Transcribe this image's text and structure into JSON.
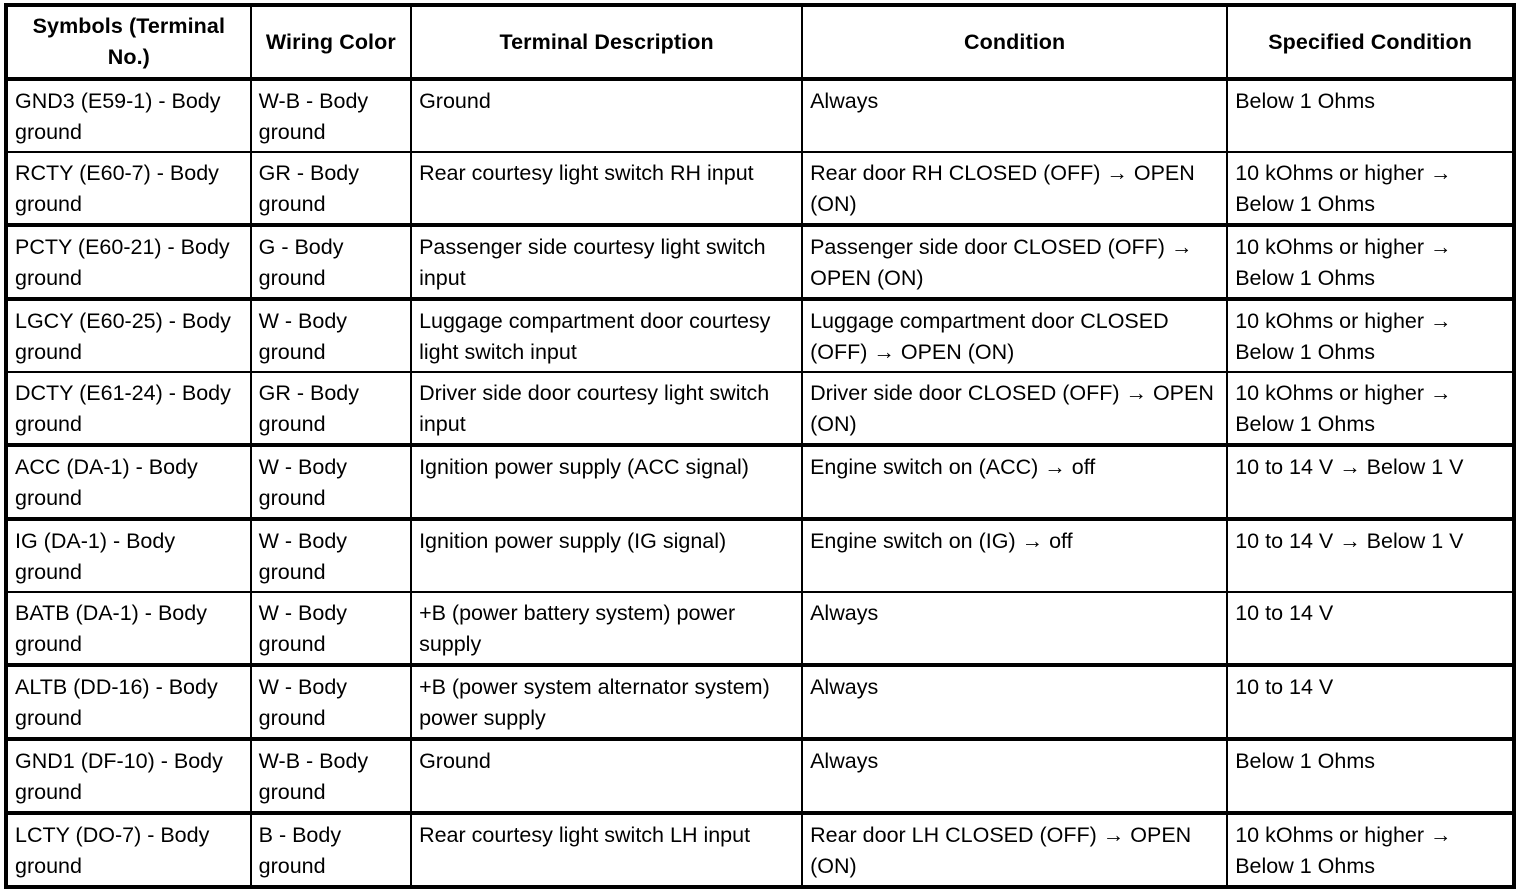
{
  "table": {
    "headers": [
      "Symbols (Terminal No.)",
      "Wiring Color",
      "Terminal Description",
      "Condition",
      "Specified Condition"
    ],
    "rows": [
      {
        "symbols": "GND3 (E59-1) - Body ground",
        "wiring_color": "W-B - Body ground",
        "terminal_description": "Ground",
        "condition": "Always",
        "specified_condition": "Below 1 Ohms"
      },
      {
        "symbols": "RCTY (E60-7) - Body ground",
        "wiring_color": "GR - Body ground",
        "terminal_description": "Rear courtesy light switch RH input",
        "condition": "Rear door RH CLOSED (OFF) → OPEN (ON)",
        "specified_condition": "10 kOhms or higher → Below 1 Ohms"
      },
      {
        "symbols": "PCTY (E60-21) - Body ground",
        "wiring_color": "G - Body ground",
        "terminal_description": "Passenger side courtesy light switch input",
        "condition": "Passenger side door CLOSED (OFF) → OPEN (ON)",
        "specified_condition": "10 kOhms or higher → Below 1 Ohms"
      },
      {
        "symbols": "LGCY (E60-25) - Body ground",
        "wiring_color": "W - Body ground",
        "terminal_description": "Luggage compartment door courtesy light switch input",
        "condition": "Luggage compartment door CLOSED (OFF) → OPEN (ON)",
        "specified_condition": "10 kOhms or higher → Below 1 Ohms"
      },
      {
        "symbols": "DCTY (E61-24) - Body ground",
        "wiring_color": "GR - Body ground",
        "terminal_description": "Driver side door courtesy light switch input",
        "condition": "Driver side door CLOSED (OFF) → OPEN (ON)",
        "specified_condition": "10 kOhms or higher → Below 1 Ohms"
      },
      {
        "symbols": "ACC (DA-1) - Body ground",
        "wiring_color": "W - Body ground",
        "terminal_description": "Ignition power supply (ACC signal)",
        "condition": "Engine switch on (ACC) → off",
        "specified_condition": "10 to 14 V → Below 1 V"
      },
      {
        "symbols": "IG (DA-1) - Body ground",
        "wiring_color": "W - Body ground",
        "terminal_description": "Ignition power supply (IG signal)",
        "condition": "Engine switch on (IG) → off",
        "specified_condition": "10 to 14 V → Below 1 V"
      },
      {
        "symbols": "BATB (DA-1) - Body ground",
        "wiring_color": "W - Body ground",
        "terminal_description": "+B (power battery system) power supply",
        "condition": "Always",
        "specified_condition": "10 to 14 V"
      },
      {
        "symbols": "ALTB (DD-16) - Body ground",
        "wiring_color": "W - Body ground",
        "terminal_description": "+B (power system alternator system) power supply",
        "condition": "Always",
        "specified_condition": "10 to 14 V"
      },
      {
        "symbols": "GND1 (DF-10) - Body ground",
        "wiring_color": "W-B - Body ground",
        "terminal_description": "Ground",
        "condition": "Always",
        "specified_condition": "Below 1 Ohms"
      },
      {
        "symbols": "LCTY (DO-7) - Body ground",
        "wiring_color": "B - Body ground",
        "terminal_description": "Rear courtesy light switch LH input",
        "condition": "Rear door LH CLOSED (OFF) → OPEN (ON)",
        "specified_condition": "10 kOhms or higher → Below 1 Ohms"
      }
    ]
  },
  "colors": {
    "border": "#000000",
    "text": "#000000",
    "background": "#ffffff"
  }
}
